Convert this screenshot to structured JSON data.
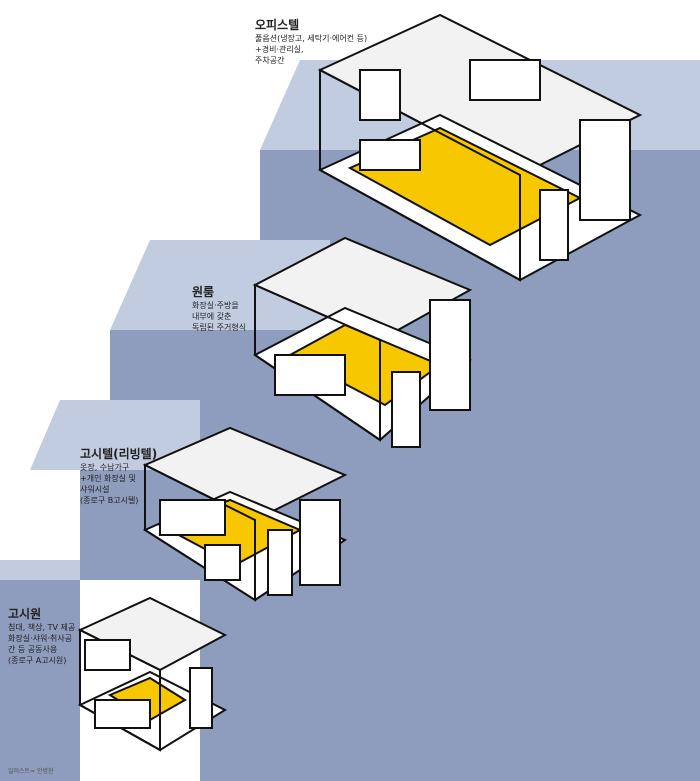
{
  "colors": {
    "step_top": "#c2cce0",
    "step_face": "#8e9dbd",
    "floor_accent": "#f7c700",
    "line": "#111111"
  },
  "rooms": [
    {
      "title": "오피스텔",
      "lines": [
        "풀옵션(냉장고, 세탁기·에어컨 등)",
        "+경비·관리실,",
        "주차공간"
      ]
    },
    {
      "title": "원룸",
      "lines": [
        "화장실·주방을",
        "내부에 갖춘",
        "독립된 주거형식"
      ]
    },
    {
      "title": "고시텔(리빙텔)",
      "lines": [
        "옷장, 수납가구",
        "+개인 화장실 및",
        "샤워시설",
        "(종로구 B고시텔)"
      ]
    },
    {
      "title": "고시원",
      "lines": [
        "침대, 책상, TV 제공",
        "화장실·샤워·취사공",
        "간 등 공동사용",
        "(종로구 A고시원)"
      ]
    }
  ],
  "credit": "일러스트= 안병현"
}
